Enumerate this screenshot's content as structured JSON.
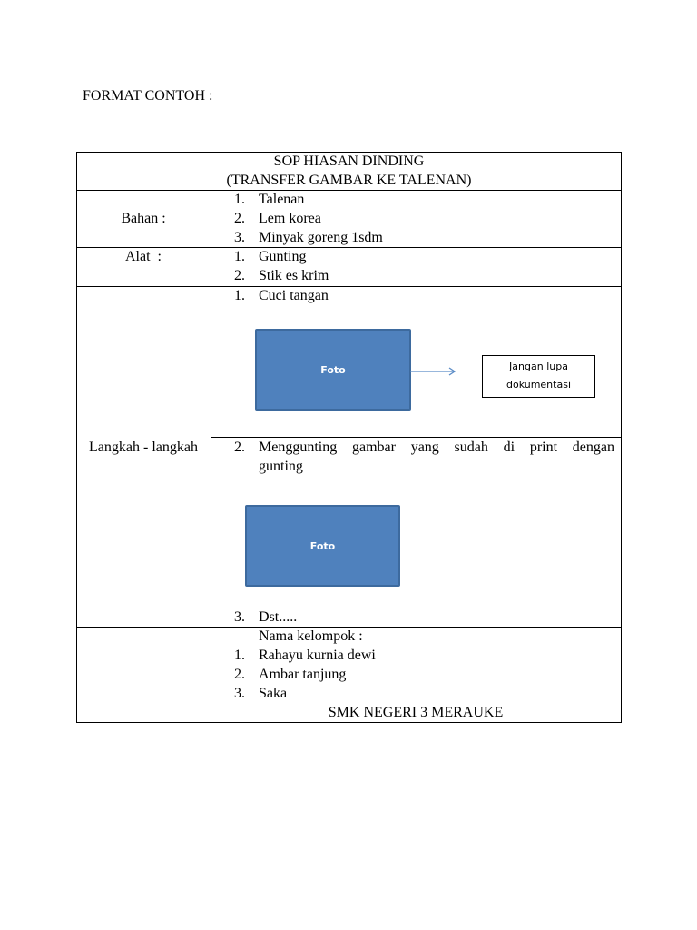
{
  "heading": "FORMAT CONTOH :",
  "table": {
    "title_line1": "SOP HIASAN DINDING",
    "title_line2": "(TRANSFER GAMBAR KE TALENAN)",
    "bahan": {
      "label": "Bahan :",
      "items": [
        "Talenan",
        "Lem korea",
        "Minyak goreng 1sdm"
      ]
    },
    "alat": {
      "label": "Alat  :",
      "items": [
        "Gunting",
        "Stik es krim"
      ]
    },
    "langkah": {
      "label": "Langkah - langkah",
      "steps": [
        {
          "num": "1.",
          "text": "Cuci tangan"
        },
        {
          "num": "2.",
          "text_line1": "Menggunting gambar yang sudah di print dengan",
          "text_line2": "gunting"
        },
        {
          "num": "3.",
          "text": "Dst....."
        }
      ],
      "photo_label": "Foto",
      "note": {
        "line1": "Jangan lupa",
        "line2": "dokumentasi"
      },
      "photo_color": "#4f81bd"
    },
    "kelompok": {
      "label": "Nama kelompok :",
      "members": [
        "Rahayu kurnia dewi",
        "Ambar tanjung",
        "Saka"
      ],
      "school": "SMK NEGERI 3 MERAUKE"
    }
  }
}
